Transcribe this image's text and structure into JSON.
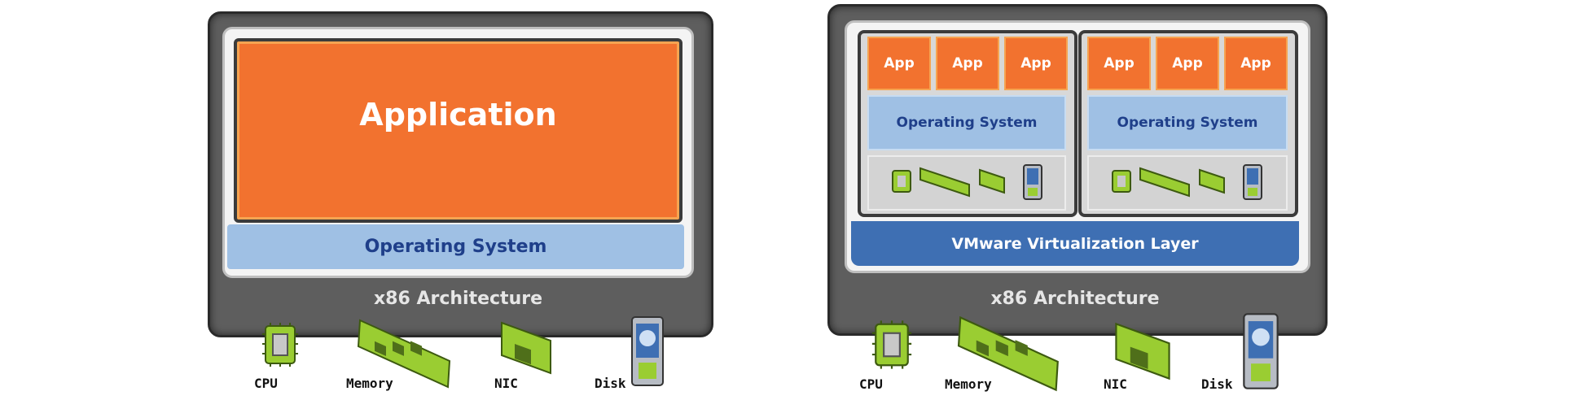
{
  "left": {
    "application": "Application",
    "operating_system": "Operating System",
    "architecture": "x86 Architecture",
    "hardware": [
      "CPU",
      "Memory",
      "NIC",
      "Disk"
    ]
  },
  "right": {
    "vm1": {
      "apps": [
        "App",
        "App",
        "App"
      ],
      "operating_system": "Operating System"
    },
    "vm2": {
      "apps": [
        "App",
        "App",
        "App"
      ],
      "operating_system": "Operating System"
    },
    "virtualization_layer": "VMware Virtualization Layer",
    "architecture": "x86 Architecture",
    "hardware": [
      "CPU",
      "Memory",
      "NIC",
      "Disk"
    ]
  },
  "colors": {
    "app": "#f2722f",
    "os": "#9fc0e4",
    "vlayer": "#3e6fb3",
    "frame": "#5e5e5e"
  }
}
